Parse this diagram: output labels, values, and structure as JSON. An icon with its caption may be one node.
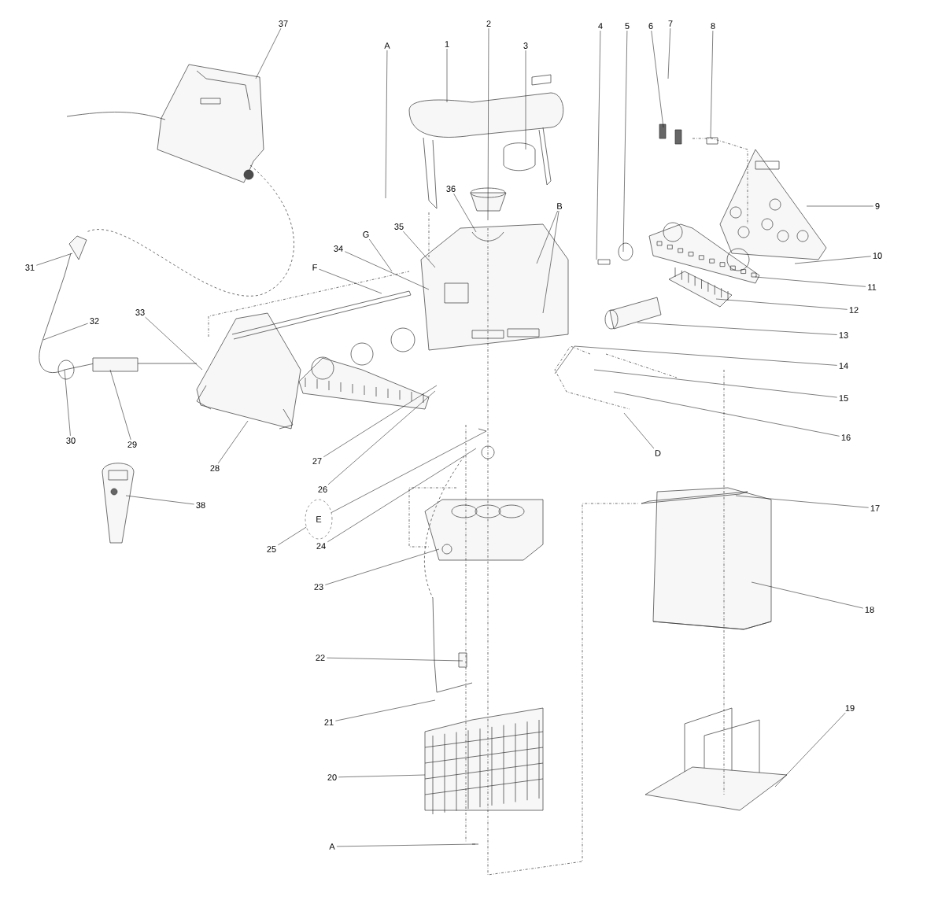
{
  "diagram": {
    "nodes": [
      {
        "text": [
          "37"
        ]
      },
      {
        "text": [
          "A"
        ]
      },
      {
        "text": [
          "1"
        ]
      },
      {
        "text": [
          "2"
        ]
      },
      {
        "text": [
          "3"
        ]
      },
      {
        "text": [
          "4"
        ]
      },
      {
        "text": [
          "5"
        ]
      },
      {
        "text": [
          "6"
        ]
      },
      {
        "text": [
          "7"
        ]
      },
      {
        "text": [
          "8"
        ]
      },
      {
        "text": [
          "36"
        ]
      },
      {
        "text": [
          "B"
        ]
      },
      {
        "text": [
          "35"
        ]
      },
      {
        "text": [
          "G"
        ]
      },
      {
        "text": [
          "34"
        ]
      },
      {
        "text": [
          "9"
        ]
      },
      {
        "text": [
          "F"
        ]
      },
      {
        "text": [
          "31"
        ]
      },
      {
        "text": [
          "10"
        ]
      },
      {
        "text": [
          "11"
        ]
      },
      {
        "text": [
          "12"
        ]
      },
      {
        "text": [
          "32"
        ]
      },
      {
        "text": [
          "33"
        ]
      },
      {
        "text": [
          "13"
        ]
      },
      {
        "text": [
          "14"
        ]
      },
      {
        "text": [
          "15"
        ]
      },
      {
        "text": [
          "16"
        ]
      },
      {
        "text": [
          "29"
        ]
      },
      {
        "text": [
          "30"
        ]
      },
      {
        "text": [
          "D"
        ]
      },
      {
        "text": [
          "27"
        ]
      },
      {
        "text": [
          "28"
        ]
      },
      {
        "text": [
          "26"
        ]
      },
      {
        "text": [
          "38"
        ]
      },
      {
        "text": [
          "17"
        ]
      },
      {
        "text": [
          "E"
        ]
      },
      {
        "text": [
          "24"
        ]
      },
      {
        "text": [
          "25"
        ]
      },
      {
        "text": [
          "23"
        ]
      },
      {
        "text": [
          "18"
        ]
      },
      {
        "text": [
          "22"
        ]
      },
      {
        "text": [
          "19"
        ]
      },
      {
        "text": [
          "21"
        ]
      },
      {
        "text": [
          "20"
        ]
      },
      {
        "text": [
          "A"
        ]
      }
    ],
    "edges": [
      {
        "from": 0,
        "to": null,
        "arrow": "none"
      },
      {
        "from": 1,
        "to": null,
        "arrow": "none"
      },
      {
        "from": 2,
        "to": null,
        "arrow": "none"
      },
      {
        "from": 3,
        "to": null,
        "arrow": "none"
      },
      {
        "from": 4,
        "to": null,
        "arrow": "none"
      },
      {
        "from": 5,
        "to": null,
        "arrow": "none"
      },
      {
        "from": 6,
        "to": null,
        "arrow": "none"
      },
      {
        "from": 7,
        "to": null,
        "arrow": "none"
      },
      {
        "from": 8,
        "to": null,
        "arrow": "none"
      },
      {
        "from": 9,
        "to": null,
        "arrow": "none"
      },
      {
        "from": 10,
        "to": null,
        "arrow": "none"
      },
      {
        "from": 11,
        "to": null,
        "arrow": "none"
      },
      {
        "from": 11,
        "to": null,
        "arrow": "none"
      },
      {
        "from": 12,
        "to": null,
        "arrow": "none"
      },
      {
        "from": 13,
        "to": null,
        "arrow": "none"
      },
      {
        "from": 14,
        "to": null,
        "arrow": "none"
      },
      {
        "from": 15,
        "to": null,
        "arrow": "none"
      },
      {
        "from": 16,
        "to": null,
        "arrow": "none"
      },
      {
        "from": 17,
        "to": null,
        "arrow": "none"
      },
      {
        "from": 18,
        "to": null,
        "arrow": "none"
      },
      {
        "from": 19,
        "to": null,
        "arrow": "none"
      },
      {
        "from": 20,
        "to": null,
        "arrow": "none"
      },
      {
        "from": 21,
        "to": null,
        "arrow": "none"
      },
      {
        "from": 22,
        "to": null,
        "arrow": "none"
      },
      {
        "from": 23,
        "to": null,
        "arrow": "none"
      },
      {
        "from": 24,
        "to": null,
        "arrow": "none"
      },
      {
        "from": 25,
        "to": null,
        "arrow": "none"
      },
      {
        "from": 26,
        "to": null,
        "arrow": "none"
      },
      {
        "from": 27,
        "to": null,
        "arrow": "none"
      },
      {
        "from": 28,
        "to": null,
        "arrow": "none"
      },
      {
        "from": 29,
        "to": null,
        "arrow": "none"
      },
      {
        "from": 30,
        "to": null,
        "arrow": "none"
      },
      {
        "from": 31,
        "to": null,
        "arrow": "none"
      },
      {
        "from": 32,
        "to": null,
        "arrow": "none"
      },
      {
        "from": 33,
        "to": null,
        "arrow": "none"
      },
      {
        "from": 34,
        "to": null,
        "arrow": "none"
      },
      {
        "from": 35,
        "to": null,
        "arrow": "none"
      },
      {
        "from": 36,
        "to": null,
        "arrow": "none"
      },
      {
        "from": 37,
        "to": 35,
        "arrow": "none"
      },
      {
        "from": 38,
        "to": null,
        "arrow": "none"
      },
      {
        "from": 39,
        "to": null,
        "arrow": "none"
      },
      {
        "from": 40,
        "to": null,
        "arrow": "none"
      },
      {
        "from": 41,
        "to": null,
        "arrow": "none"
      },
      {
        "from": 42,
        "to": null,
        "arrow": "none"
      },
      {
        "from": 43,
        "to": null,
        "arrow": "none"
      },
      {
        "from": 44,
        "to": null,
        "arrow": "none"
      }
    ]
  }
}
